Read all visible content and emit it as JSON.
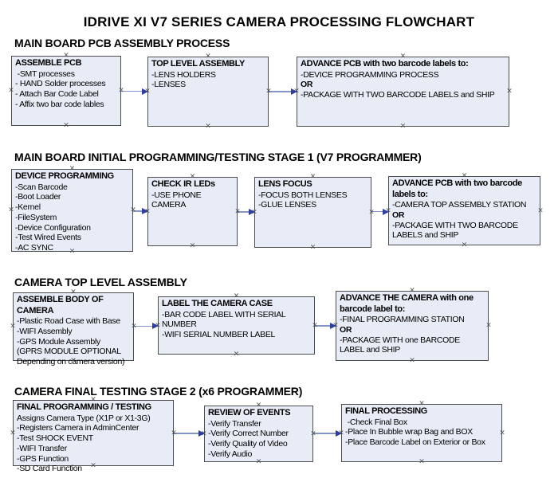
{
  "title": "IDRIVE XI V7 SERIES CAMERA PROCESSING FLOWCHART",
  "colors": {
    "box_fill": "#e8ecf7",
    "box_border": "#4d4d4d",
    "arrow_line": "#8494c6",
    "arrow_head": "#2c3e9e",
    "anchor": "#4a4a4a"
  },
  "icons": {
    "anchor_glyph": "×"
  },
  "sections": [
    {
      "heading": "MAIN BOARD PCB ASSEMBLY PROCESS",
      "boxes": [
        {
          "title": "ASSEMBLE PCB",
          "lines": [
            " -SMT processes",
            "- HAND Solder processes",
            "- Attach Bar Code Label",
            "- Affix two bar code lables"
          ]
        },
        {
          "title": "TOP LEVEL ASSEMBLY",
          "lines": [
            "-LENS HOLDERS",
            "-LENSES"
          ]
        },
        {
          "title": "ADVANCE PCB with two barcode labels to:",
          "lines": [
            "-DEVICE PROGRAMMING PROCESS",
            "OR",
            "-PACKAGE WITH TWO BARCODE LABELS and SHIP"
          ]
        }
      ]
    },
    {
      "heading": "MAIN BOARD INITIAL PROGRAMMING/TESTING STAGE 1 (V7 PROGRAMMER)",
      "boxes": [
        {
          "title": "DEVICE PROGRAMMING",
          "lines": [
            "-Scan Barcode",
            "-Boot Loader",
            "-Kernel",
            "-FileSystem",
            "-Device Configuration",
            "-Test Wired Events",
            "-AC SYNC"
          ]
        },
        {
          "title": "CHECK IR LEDs",
          "lines": [
            "-USE PHONE CAMERA"
          ]
        },
        {
          "title": "LENS FOCUS",
          "lines": [
            "-FOCUS BOTH LENSES",
            "-GLUE LENSES"
          ]
        },
        {
          "title": "ADVANCE PCB with two barcode labels to:",
          "lines": [
            "-CAMERA TOP ASSEMBLY STATION",
            "OR",
            "-PACKAGE WITH TWO BARCODE LABELS and SHIP"
          ]
        }
      ]
    },
    {
      "heading": "CAMERA TOP LEVEL ASSEMBLY",
      "boxes": [
        {
          "title": "ASSEMBLE BODY OF CAMERA",
          "lines": [
            "-Plastic Road Case with Base",
            "-WIFI Assembly",
            "-GPS Module Assembly",
            "(GPRS MODULE OPTIONAL",
            "Depending on camera version)"
          ]
        },
        {
          "title": "LABEL THE CAMERA CASE",
          "lines": [
            "-BAR CODE LABEL WITH SERIAL NUMBER",
            "-WIFI SERIAL NUMBER LABEL"
          ]
        },
        {
          "title": "ADVANCE THE CAMERA with one barcode label to:",
          "lines": [
            "-FINAL PROGRAMMING STATION",
            "OR",
            "-PACKAGE WITH one BARCODE LABEL and SHIP"
          ]
        }
      ]
    },
    {
      "heading": "CAMERA FINAL TESTING STAGE 2 (x6 PROGRAMMER)",
      "boxes": [
        {
          "title": "FINAL PROGRAMMING / TESTING",
          "lines": [
            "Assigns Camera Type (X1P or X1-3G)",
            "-Registers Camera in AdminCenter",
            "-Test SHOCK EVENT",
            "-WIFI Transfer",
            "-GPS Function",
            "-SD Card Function"
          ]
        },
        {
          "title": "REVIEW OF EVENTS",
          "lines": [
            "-Verify Transfer",
            "-Verify Correct Number",
            "-Verify Quality of Video",
            "-Verify Audio"
          ]
        },
        {
          "title": "FINAL PROCESSING",
          "lines": [
            " -Check Final Box",
            "-Place In Bubble wrap Bag and BOX",
            "-Place Barcode Label on Exterior or Box"
          ]
        }
      ]
    }
  ]
}
